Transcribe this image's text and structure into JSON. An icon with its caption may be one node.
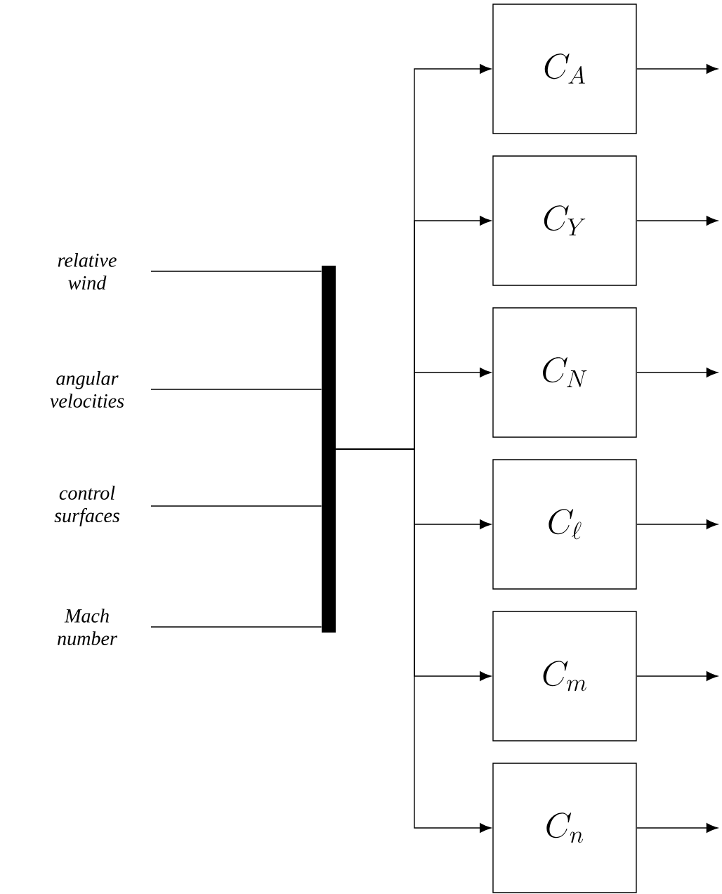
{
  "diagram": {
    "nodes": [
      {
        "text": [
          "relative wind"
        ]
      },
      {
        "text": [
          "angular velocities"
        ]
      },
      {
        "text": [
          "control surfaces"
        ]
      },
      {
        "text": [
          "Mach number"
        ]
      },
      {
        "text": [],
        "shape": "bar"
      },
      {
        "text": [
          "C_{A}"
        ]
      },
      {
        "text": [
          "C_{Y}"
        ]
      },
      {
        "text": [
          "C_{N}"
        ]
      },
      {
        "text": [
          "C_{\\ell}"
        ]
      },
      {
        "text": [
          "C_{m}"
        ]
      },
      {
        "text": [
          "C_{n}"
        ]
      }
    ],
    "edges": [
      {
        "from": 0,
        "to": 4,
        "arrow": "none"
      },
      {
        "from": 1,
        "to": 4,
        "arrow": "none"
      },
      {
        "from": 2,
        "to": 4,
        "arrow": "none"
      },
      {
        "from": 3,
        "to": 4,
        "arrow": "none"
      },
      {
        "from": 4,
        "to": 5,
        "arrow": "to"
      },
      {
        "from": 4,
        "to": 6,
        "arrow": "to"
      },
      {
        "from": 4,
        "to": 7,
        "arrow": "to"
      },
      {
        "from": 4,
        "to": 8,
        "arrow": "to"
      },
      {
        "from": 4,
        "to": 9,
        "arrow": "to"
      },
      {
        "from": 4,
        "to": 10,
        "arrow": "to"
      },
      {
        "from": 5,
        "to": null,
        "arrow": "to"
      },
      {
        "from": 6,
        "to": null,
        "arrow": "to"
      },
      {
        "from": 7,
        "to": null,
        "arrow": "to"
      },
      {
        "from": 8,
        "to": null,
        "arrow": "to"
      },
      {
        "from": 9,
        "to": null,
        "arrow": "to"
      },
      {
        "from": 10,
        "to": null,
        "arrow": "to"
      }
    ]
  }
}
